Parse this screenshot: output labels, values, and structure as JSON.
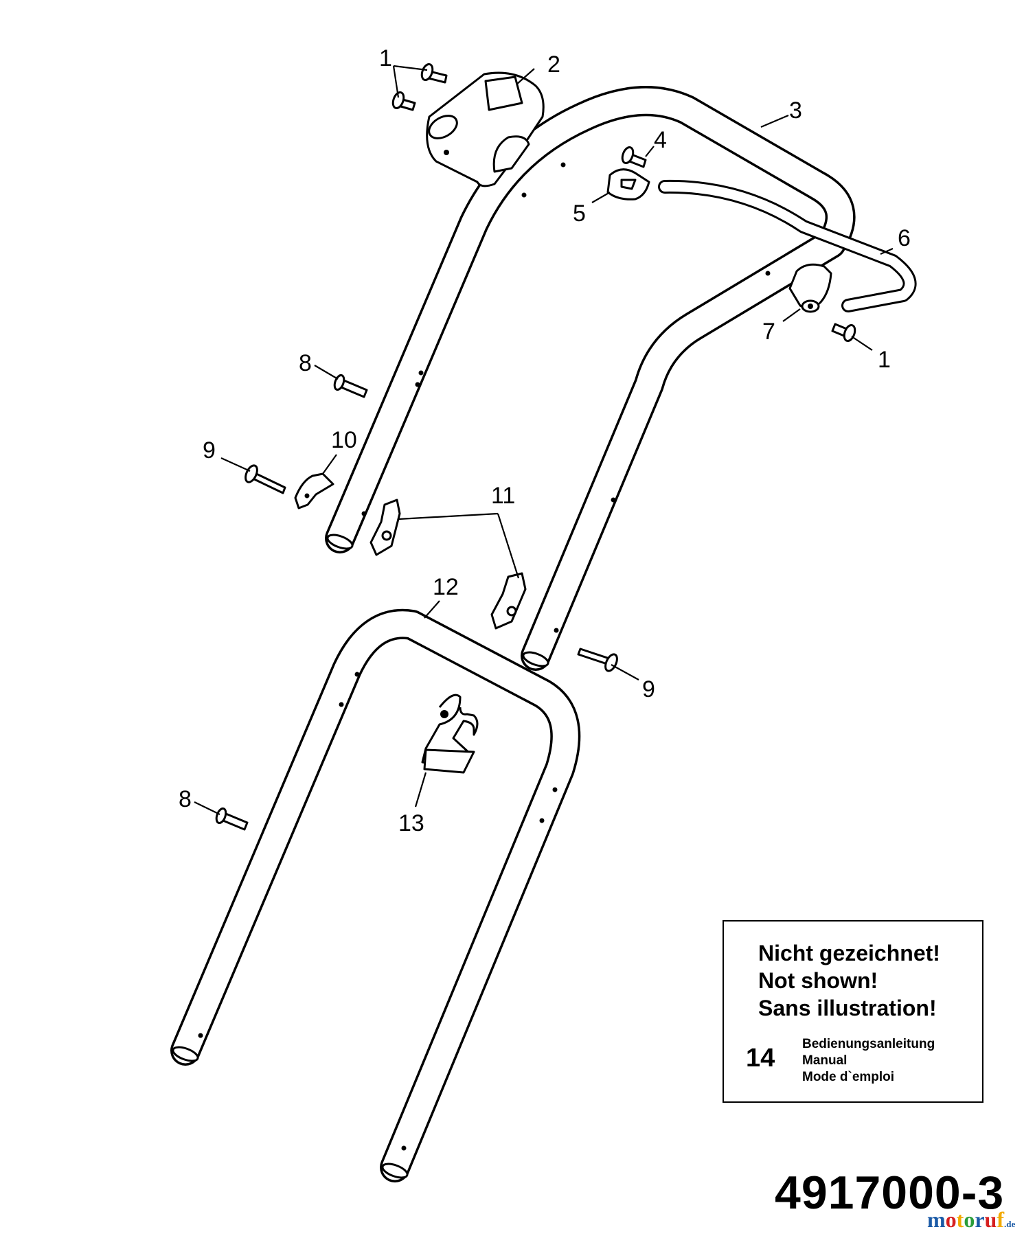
{
  "diagram": {
    "callouts": [
      {
        "id": "c1a",
        "label": "1"
      },
      {
        "id": "c2",
        "label": "2"
      },
      {
        "id": "c3",
        "label": "3"
      },
      {
        "id": "c4",
        "label": "4"
      },
      {
        "id": "c5",
        "label": "5"
      },
      {
        "id": "c6",
        "label": "6"
      },
      {
        "id": "c7",
        "label": "7"
      },
      {
        "id": "c1b",
        "label": "1"
      },
      {
        "id": "c8a",
        "label": "8"
      },
      {
        "id": "c9a",
        "label": "9"
      },
      {
        "id": "c10",
        "label": "10"
      },
      {
        "id": "c11",
        "label": "11"
      },
      {
        "id": "c12",
        "label": "12"
      },
      {
        "id": "c9b",
        "label": "9"
      },
      {
        "id": "c13",
        "label": "13"
      },
      {
        "id": "c8b",
        "label": "8"
      }
    ]
  },
  "note_box": {
    "lines": [
      "Nicht gezeichnet!",
      "Not shown!",
      "Sans illustration!"
    ],
    "item_number": "14",
    "item_lines": [
      "Bedienungsanleitung",
      "Manual",
      "Mode d`emploi"
    ]
  },
  "document_number": "4917000-3",
  "watermark": {
    "brand": "motoruf",
    "tld": ".de",
    "colors": [
      "#1a5aa6",
      "#d62020",
      "#f2a900",
      "#2a9d3a"
    ]
  }
}
